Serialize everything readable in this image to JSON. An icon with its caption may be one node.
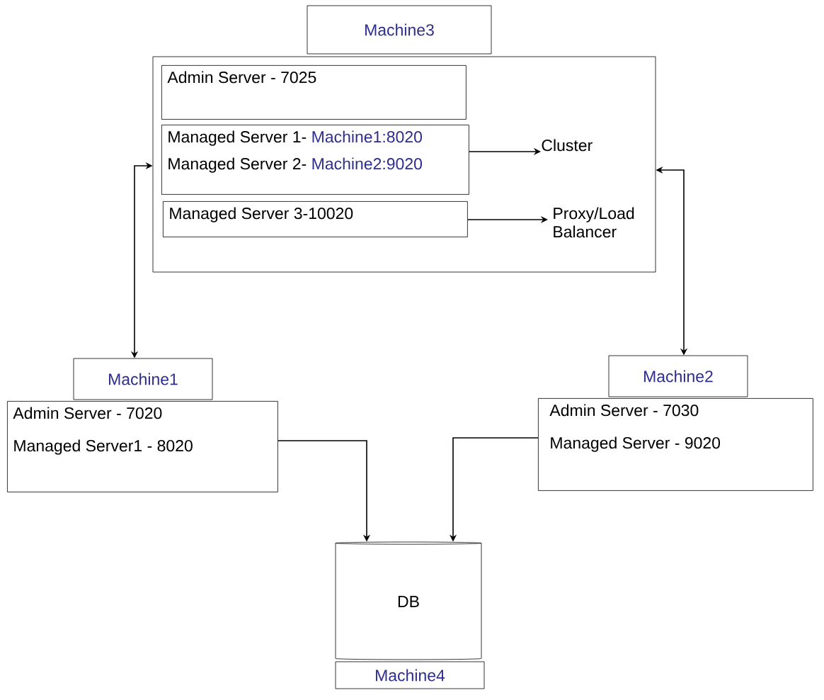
{
  "diagram": {
    "nodes": [
      {
        "text": [
          "Machine3"
        ]
      },
      {
        "text": [],
        "shape": "box"
      },
      {
        "text": [
          "Admin Server - 7025"
        ],
        "in": 1
      },
      {
        "text": [
          "Managed Server 1-",
          "Machine1:8020",
          "Managed Server 2-",
          "Machine2:9020"
        ],
        "in": 1
      },
      {
        "text": [
          "Managed Server 3-10020"
        ],
        "in": 1
      },
      {
        "text": [
          "Cluster"
        ],
        "in": 1
      },
      {
        "text": [
          "Proxy/Load Balancer"
        ],
        "in": 1
      },
      {
        "text": [
          "Machine1"
        ]
      },
      {
        "text": [
          "Admin Server - 7020",
          "Managed Server1 - 8020"
        ]
      },
      {
        "text": [
          "Machine2"
        ]
      },
      {
        "text": [
          "Admin Server - 7030",
          "Managed Server - 9020"
        ]
      },
      {
        "text": [
          "DB"
        ]
      },
      {
        "text": [
          "Machine4"
        ]
      }
    ],
    "edges": [
      {
        "from": 3,
        "to": 5,
        "arrow": "to"
      },
      {
        "from": 4,
        "to": 6,
        "arrow": "to"
      },
      {
        "from": 1,
        "to": 7,
        "arrow": "both"
      },
      {
        "from": 1,
        "to": 9,
        "arrow": "both"
      },
      {
        "from": 8,
        "to": 11,
        "arrow": "to"
      },
      {
        "from": 10,
        "to": 11,
        "arrow": "to"
      }
    ]
  }
}
